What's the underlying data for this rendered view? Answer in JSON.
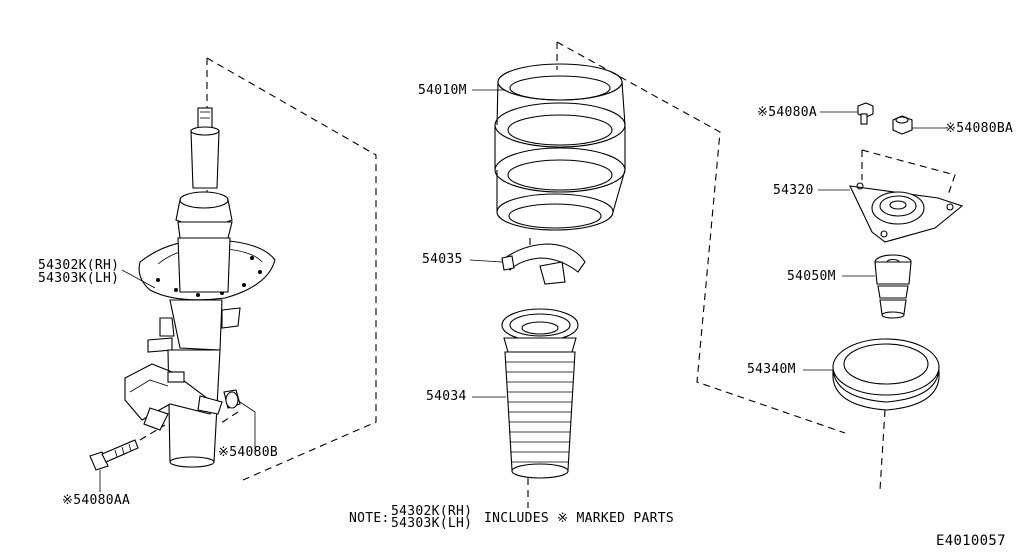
{
  "labels": {
    "spring": "54010M",
    "spring_seat": "54035",
    "bound_bumper_boot": "54034",
    "strut_rh": "54302K(RH)",
    "strut_lh": "54303K(LH)",
    "bolt_aa": "※54080AA",
    "nut_b": "※54080B",
    "nut_a": "※54080A",
    "nut_ba": "※54080BA",
    "mount_insulator": "54320",
    "bound_bumper": "54050M",
    "bearing": "54340M"
  },
  "note": {
    "prefix": "NOTE:",
    "line1": "54302K(RH)",
    "line2": "54303K(LH)",
    "suffix": "INCLUDES ※ MARKED PARTS"
  },
  "diagram_id": "E4010057"
}
